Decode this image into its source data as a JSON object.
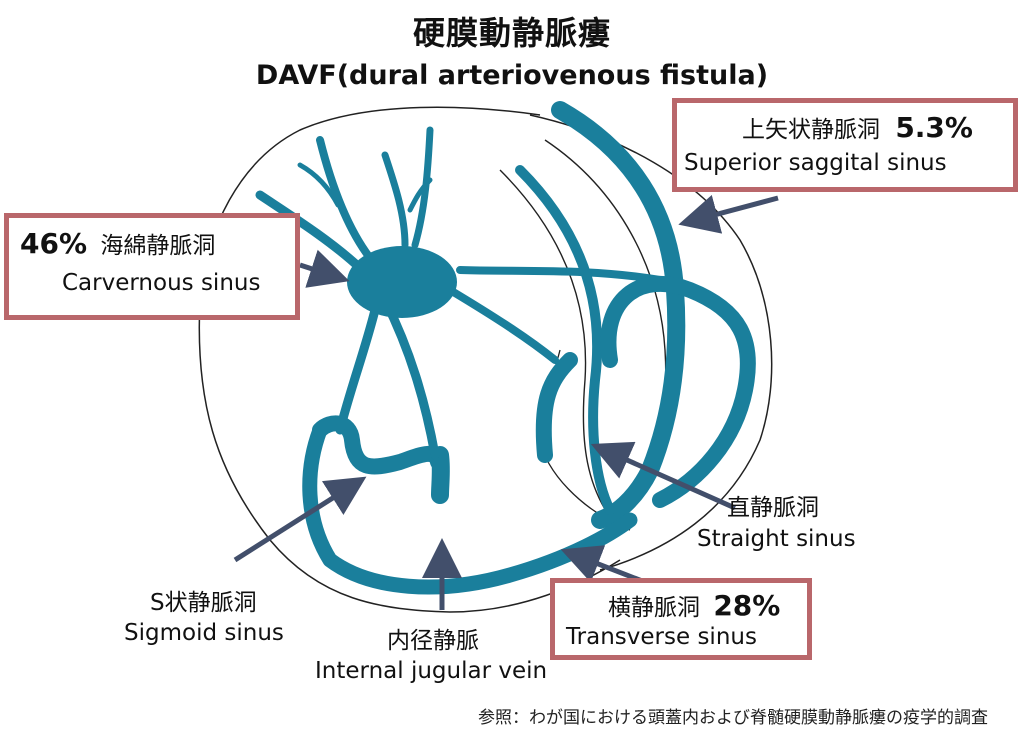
{
  "title": {
    "jp": "硬膜動静脈瘻",
    "en": "DAVF(dural arteriovenous fistula)"
  },
  "labels": {
    "superior_sagittal": {
      "jp": "上矢状静脈洞",
      "pct": "5.3%",
      "en": "Superior saggital sinus"
    },
    "cavernous": {
      "pct": "46%",
      "jp": "海綿静脈洞",
      "en": "Carvernous sinus"
    },
    "straight": {
      "jp": "直静脈洞",
      "en": "Straight sinus"
    },
    "transverse": {
      "jp": "横静脈洞",
      "pct": "28%",
      "en": "Transverse sinus"
    },
    "sigmoid": {
      "jp": "S状静脈洞",
      "en": "Sigmoid sinus"
    },
    "jugular": {
      "jp": "内径静脈",
      "en": "Internal jugular vein"
    }
  },
  "reference": "参照：わが国における頭蓋内および脊髄硬膜動静脈瘻の疫学的調査",
  "colors": {
    "vessel": "#1a7f9c",
    "arrow": "#424f6b",
    "box_border": "#b9676b"
  }
}
